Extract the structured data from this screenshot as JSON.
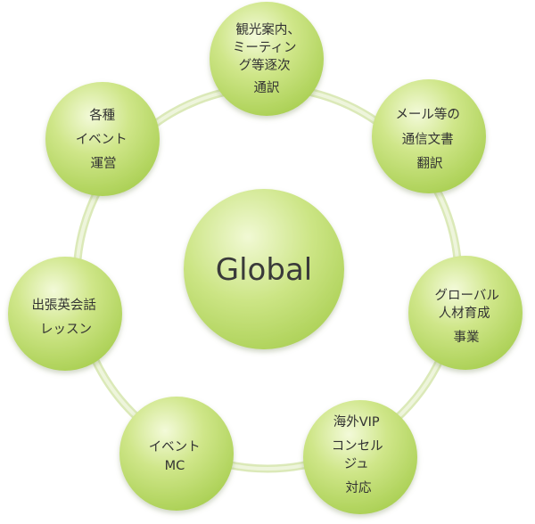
{
  "diagram": {
    "center": {
      "label": "Global"
    },
    "nodes": [
      {
        "id": "tour-guide",
        "lines": [
          "観光案内、",
          "ミーティン",
          "グ等逐次",
          "通訳"
        ]
      },
      {
        "id": "translation",
        "lines": [
          "メール等の",
          "通信文書",
          "翻訳"
        ]
      },
      {
        "id": "global-hr",
        "lines": [
          "グローバル",
          "人材育成",
          "事業"
        ]
      },
      {
        "id": "vip-concierge",
        "lines": [
          "海外VIP",
          "コンセル",
          "ジュ",
          "対応"
        ]
      },
      {
        "id": "event-mc",
        "lines": [
          "イベント",
          "MC"
        ]
      },
      {
        "id": "english-lessons",
        "lines": [
          "出張英会話",
          "レッスン"
        ]
      },
      {
        "id": "event-management",
        "lines": [
          "各種",
          "イベント",
          "運営"
        ]
      }
    ],
    "colors": {
      "node_light": "#f3fad9",
      "node_mid": "#cfe689",
      "node_dark": "#a9cf52",
      "ring": "#cfe3a0",
      "text": "#333333"
    }
  }
}
